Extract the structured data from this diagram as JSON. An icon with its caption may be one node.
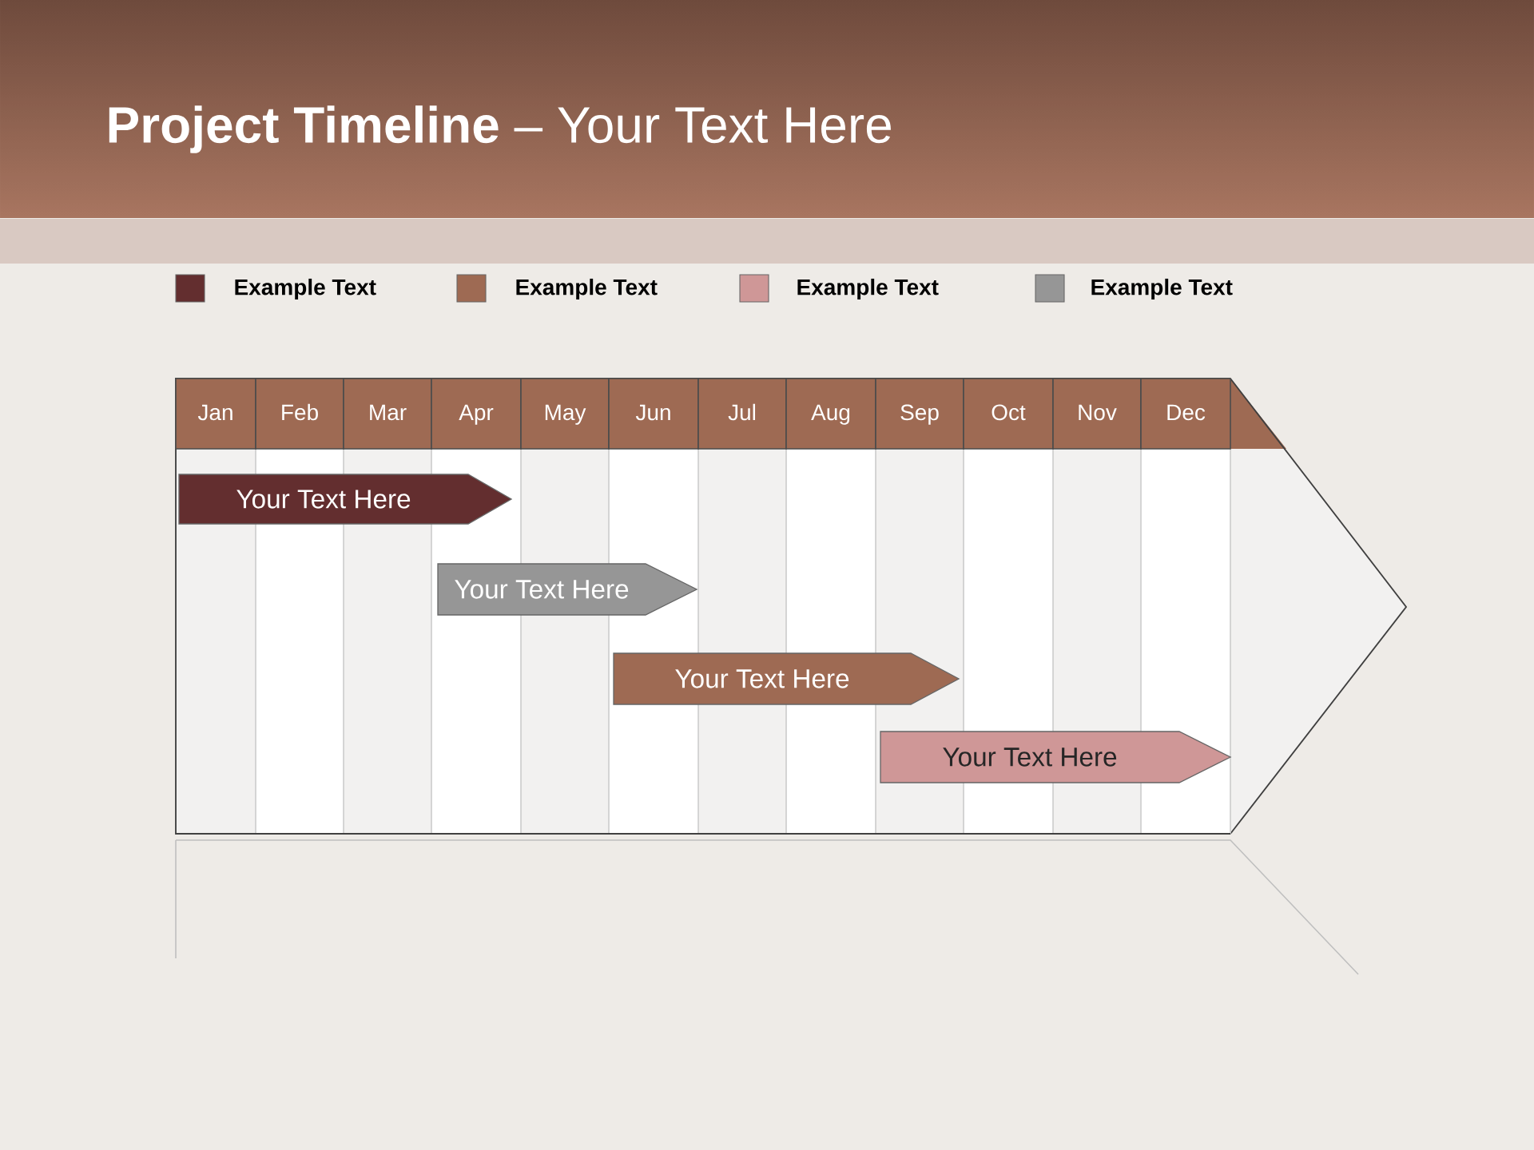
{
  "diagram": {
    "title": "**Project Timeline** – Your Text Here",
    "nodes": [
      {
        "text": [
          "Your  Text Here"
        ]
      },
      {
        "text": [
          "Your  Text Here"
        ]
      },
      {
        "text": [
          "Your  Text Here"
        ]
      },
      {
        "text": [
          "Your  Text Here"
        ]
      }
    ],
    "labels": [
      "Jan",
      "Feb",
      "Mar",
      "Apr",
      "May",
      "Jun",
      "Jul",
      "Aug",
      "Sep",
      "Oct",
      "Nov",
      "Dec"
    ],
    "legend": [
      {
        "text": "Example Text",
        "color": "#632e2f"
      },
      {
        "text": "Example Text",
        "color": "#9e6a53"
      },
      {
        "text": "Example Text",
        "color": "#cf9797"
      },
      {
        "text": "Example Text",
        "color": "#969696"
      }
    ]
  }
}
